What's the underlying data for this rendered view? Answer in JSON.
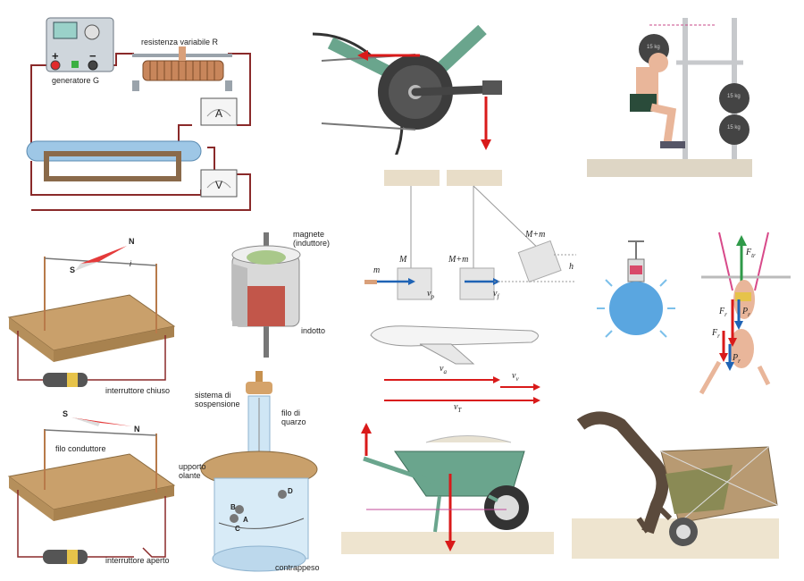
{
  "circuit": {
    "resistor_label": "resistenza variabile R",
    "generator_label": "generatore G",
    "plus": "+",
    "minus": "−",
    "ammeter": "A",
    "voltmeter": "V"
  },
  "oersted": {
    "north": "N",
    "south": "S",
    "current": "i",
    "switch_closed": "interruttore chiuso",
    "north2": "N",
    "south2": "S",
    "wire_label": "filo conduttore",
    "switch_open": "interruttore aperto"
  },
  "dynamo": {
    "magnet_label": "magnete\n(induttore)",
    "induced_label": "indotto"
  },
  "torsion": {
    "suspension_label": "sistema di\nsospensione",
    "quartz_label": "filo di\nquarzo",
    "support_label": "upporto\nolante",
    "counterweight_label": "contrappeso",
    "ball_a": "A",
    "ball_b": "B",
    "ball_d": "D",
    "ball_c": "C"
  },
  "pendulum": {
    "mass_M": "M",
    "mass_Mm": "M+m",
    "mass_Mm2": "M+m",
    "small_m": "m",
    "height": "h",
    "vp": "v",
    "vp_sub": "p",
    "vf": "v",
    "vf_sub": "f"
  },
  "plane": {
    "va": "v",
    "va_sub": "a",
    "vv": "v",
    "vv_sub": "v",
    "vT": "v",
    "vT_sub": "T"
  },
  "acrobats": {
    "Ftr": "F",
    "Ftr_sub": "tr",
    "Fr1": "F",
    "Fr1_sub": "r",
    "Pr1": "P",
    "Pr1_sub": "r",
    "Fr2": "F",
    "Fr2_sub": "r",
    "Pr2": "P",
    "Pr2_sub": "r"
  },
  "plates": {
    "plate1": "15 kg",
    "plate2": "15 kg",
    "plate3": "15 kg"
  },
  "colors": {
    "wire": "#8a2a2a",
    "wood": "#c9a06b",
    "red_arrow": "#d91a1a",
    "blue_arrow": "#1f63b5",
    "green_arrow": "#2f9a49",
    "frame_green": "#6aa58d",
    "tube_blue": "#9ec7e6"
  }
}
